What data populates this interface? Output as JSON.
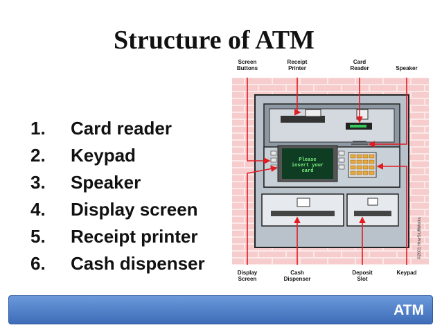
{
  "title": "Structure of ATM",
  "list": [
    {
      "num": "1.",
      "text": "Card reader"
    },
    {
      "num": "2.",
      "text": "Keypad"
    },
    {
      "num": "3.",
      "text": "Speaker"
    },
    {
      "num": "4.",
      "text": "Display screen"
    },
    {
      "num": "5.",
      "text": "Receipt printer"
    },
    {
      "num": "6.",
      "text": "Cash dispenser"
    }
  ],
  "diagram": {
    "top_labels": [
      {
        "line1": "Screen",
        "line2": "Buttons"
      },
      {
        "line1": "Receipt",
        "line2": "Printer"
      },
      {
        "line1": "Card",
        "line2": "Reader"
      },
      {
        "line1": "Speaker",
        "line2": ""
      }
    ],
    "bottom_labels": [
      {
        "line1": "Display",
        "line2": "Screen"
      },
      {
        "line1": "Cash",
        "line2": "Dispenser"
      },
      {
        "line1": "Deposit",
        "line2": "Slot"
      },
      {
        "line1": "Keypad",
        "line2": ""
      }
    ],
    "screen_text": [
      "Please",
      "insert your",
      "card"
    ],
    "copyright": "©2001 HowStuffWorks",
    "colors": {
      "brick": "#f6cccc",
      "mortar": "#fbe9e9",
      "arrow": "#e21b23",
      "atm_body": "#cfd6dd",
      "screen": "#0f3d24"
    }
  },
  "footer": {
    "label": "ATM",
    "colors": {
      "bar": "#4f7fc9"
    }
  }
}
